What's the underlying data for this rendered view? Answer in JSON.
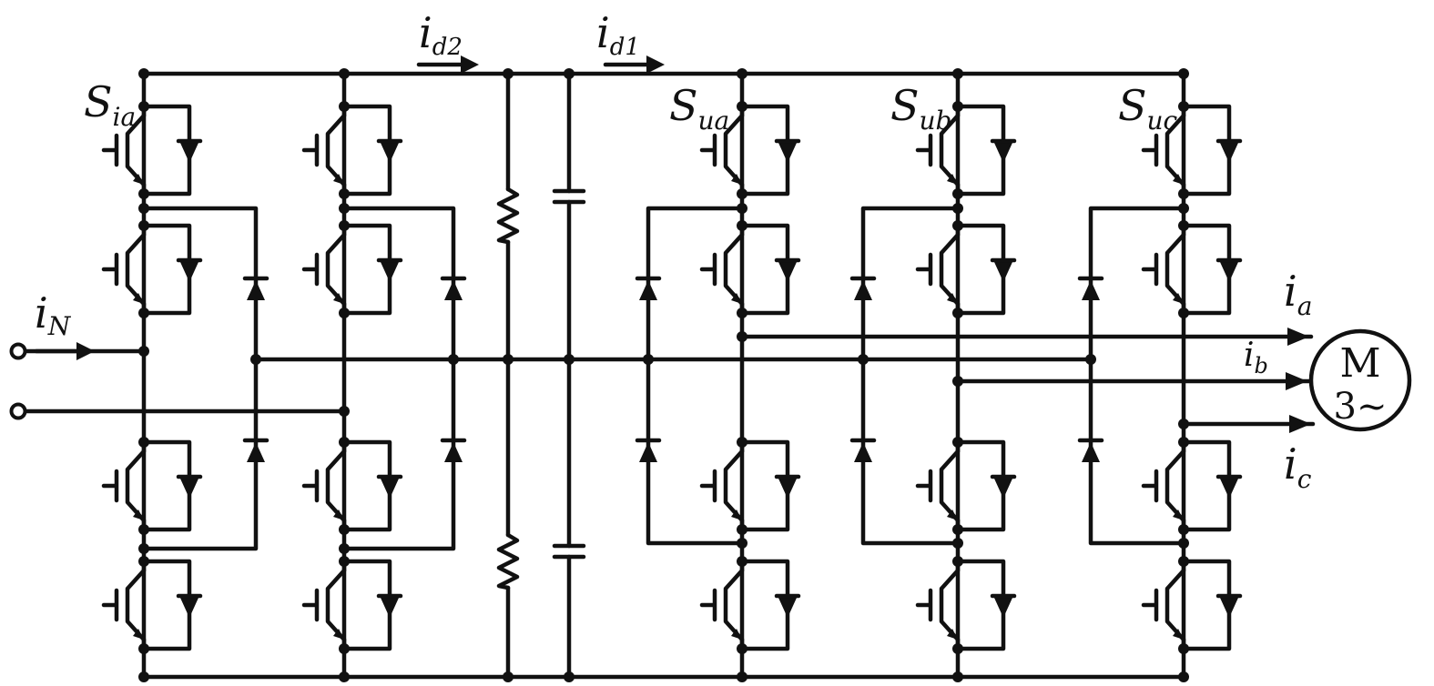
{
  "labels": {
    "i_d2": {
      "main": "i",
      "sub": "d2"
    },
    "i_d1": {
      "main": "i",
      "sub": "d1"
    },
    "i_N": {
      "main": "i",
      "sub": "N"
    },
    "S_ia": {
      "main": "S",
      "sub": "ia"
    },
    "S_ua": {
      "main": "S",
      "sub": "ua"
    },
    "S_ub": {
      "main": "S",
      "sub": "ub"
    },
    "S_uc": {
      "main": "S",
      "sub": "uc"
    },
    "i_a": {
      "main": "i",
      "sub": "a"
    },
    "i_b": {
      "main": "i",
      "sub": "b"
    },
    "i_c": {
      "main": "i",
      "sub": "c"
    }
  },
  "motor": {
    "line1": "M",
    "line2": "3~"
  }
}
